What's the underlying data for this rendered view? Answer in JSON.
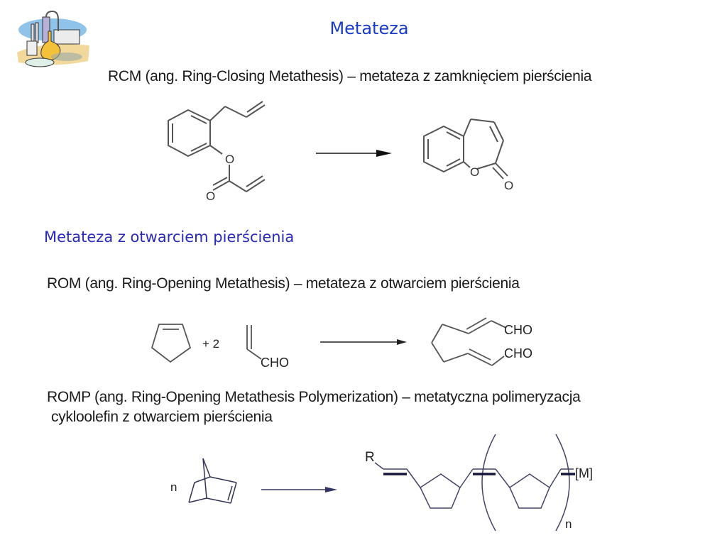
{
  "slide": {
    "title": "Metateza",
    "logo_icon": "chemistry-lab-clipart-icon",
    "colors": {
      "title": "#1a3bc8",
      "section_title": "#2a2ab8",
      "body_text": "#1a1a1a",
      "structure_lines": "#555555",
      "romp_lines": "#2a2a55"
    }
  },
  "rcm": {
    "definition": "RCM (ang. Ring-Closing Metathesis) – metateza z zamknięciem pierścienia",
    "reactant_labels": {
      "ether_o": "O",
      "carbonyl_o": "O"
    },
    "product_labels": {
      "ring_o": "O",
      "carbonyl_o": "O"
    }
  },
  "section2": {
    "title": "Metateza z otwarciem pierścienia"
  },
  "rom": {
    "definition": "ROM (ang. Ring-Opening Metathesis) – metateza z otwarciem pierścienia",
    "plus_label": "+ 2",
    "reagent_group": "CHO",
    "product_groups": [
      "CHO",
      "CHO"
    ]
  },
  "romp": {
    "definition_line1": "ROMP (ang. Ring-Opening Metathesis Polymerization) – metatyczna polimeryzacja",
    "definition_line2": "cykloolefin z otwarciem pierścienia",
    "monomer_coefficient": "n",
    "r_group": "R",
    "end_group": "[M]",
    "repeat_subscript": "n"
  }
}
